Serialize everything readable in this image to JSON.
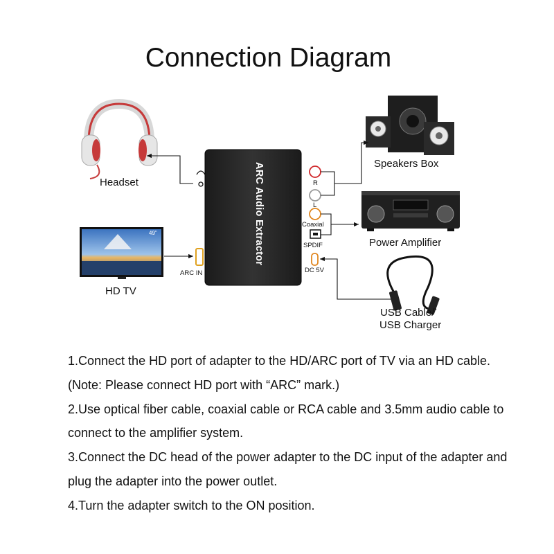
{
  "title": "Connection Diagram",
  "device": {
    "name": "ARC Audio Extractor"
  },
  "labels": {
    "headset": "Headset",
    "hd_tv": "HD TV",
    "speakers_box": "Speakers Box",
    "power_amplifier": "Power Amplifier",
    "usb_cable": "USB Cable/",
    "usb_charger": "USB Charger"
  },
  "ports": {
    "r": "R",
    "l": "L",
    "coaxial": "Coaxial",
    "spdif": "SPDIF",
    "dc_5v": "DC 5V",
    "arc_in": "ARC IN"
  },
  "tv_badge": "49\"",
  "instructions": [
    "1.Connect the HD port of adapter to the HD/ARC port of TV via an HD cable. (Note: Please connect HD port with “ARC” mark.)",
    "2.Use optical fiber cable, coaxial cable or RCA cable and 3.5mm audio cable to connect to the amplifier system.",
    "3.Connect the DC head of the power adapter to the DC input of the adapter and plug the adapter into the power outlet.",
    "4.Turn the adapter switch to the ON position."
  ],
  "colors": {
    "rca_red": "#d0282b",
    "coaxial_orange": "#e0861f",
    "device_body": "#262626",
    "tv_sky": "#4f86c8"
  }
}
